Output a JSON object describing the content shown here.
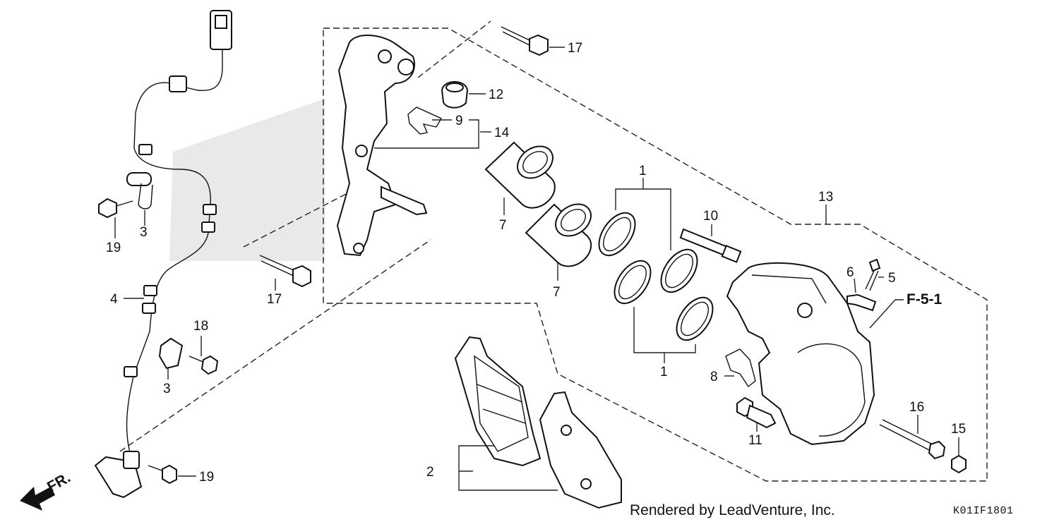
{
  "callouts": {
    "c1a": "1",
    "c1b": "1",
    "c2": "2",
    "c3a": "3",
    "c3b": "3",
    "c4": "4",
    "c5": "5",
    "c6": "6",
    "c7a": "7",
    "c7b": "7",
    "c8": "8",
    "c9": "9",
    "c10": "10",
    "c11": "11",
    "c12": "12",
    "c13": "13",
    "c14": "14",
    "c15": "15",
    "c16": "16",
    "c17a": "17",
    "c17b": "17",
    "c18": "18",
    "c19a": "19",
    "c19b": "19",
    "ref": "F-5-1",
    "front": "FR."
  },
  "footer": {
    "credit": "Rendered by LeadVenture, Inc.",
    "code": "K01IF1801"
  }
}
